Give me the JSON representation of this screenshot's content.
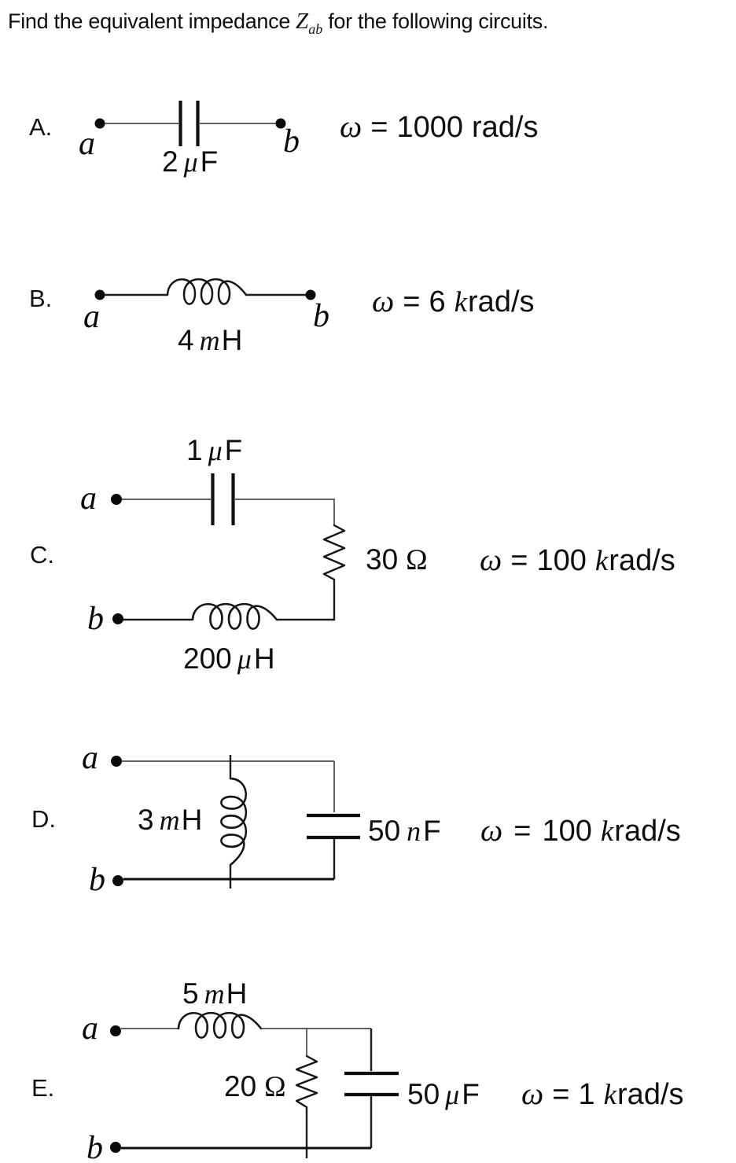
{
  "title": {
    "pre": "Find the equivalent impedance",
    "z": "Z",
    "z_sub": "ab",
    "post": "for the following circuits."
  },
  "circuits": [
    {
      "label": "A.",
      "terminals": {
        "a": "a",
        "b": "b"
      },
      "components": [
        {
          "type": "capacitor",
          "num": "2",
          "sym": "μ",
          "unit": "F"
        }
      ],
      "omega": {
        "sym": "ω",
        "rel": "=",
        "value": "1000",
        "prefix": "",
        "unit": "rad/s"
      }
    },
    {
      "label": "B.",
      "terminals": {
        "a": "a",
        "b": "b"
      },
      "components": [
        {
          "type": "inductor",
          "num": "4",
          "sym": "m",
          "unit": "H"
        }
      ],
      "omega": {
        "sym": "ω",
        "rel": "=",
        "value": "6",
        "prefix": "k",
        "unit": "rad/s"
      }
    },
    {
      "label": "C.",
      "terminals": {
        "a": "a",
        "b": "b"
      },
      "components": [
        {
          "type": "capacitor",
          "num": "1",
          "sym": "μ",
          "unit": "F"
        },
        {
          "type": "resistor",
          "num": "30",
          "sym": "",
          "unit": "Ω"
        },
        {
          "type": "inductor",
          "num": "200",
          "sym": "μ",
          "unit": "H"
        }
      ],
      "omega": {
        "sym": "ω",
        "rel": "=",
        "value": "100",
        "prefix": "k",
        "unit": "rad/s"
      }
    },
    {
      "label": "D.",
      "terminals": {
        "a": "a",
        "b": "b"
      },
      "components": [
        {
          "type": "inductor",
          "num": "3",
          "sym": "m",
          "unit": "H"
        },
        {
          "type": "capacitor",
          "num": "50",
          "sym": "n",
          "unit": "F"
        }
      ],
      "omega": {
        "sym": "ω",
        "rel": "=",
        "value": "100",
        "prefix": "k",
        "unit": "rad/s"
      }
    },
    {
      "label": "E.",
      "terminals": {
        "a": "a",
        "b": "b"
      },
      "components": [
        {
          "type": "inductor",
          "num": "5",
          "sym": "m",
          "unit": "H"
        },
        {
          "type": "resistor",
          "num": "20",
          "sym": "",
          "unit": "Ω"
        },
        {
          "type": "capacitor",
          "num": "50",
          "sym": "μ",
          "unit": "F"
        }
      ],
      "omega": {
        "sym": "ω",
        "rel": "=",
        "value": "1",
        "prefix": "k",
        "unit": "rad/s"
      }
    }
  ]
}
